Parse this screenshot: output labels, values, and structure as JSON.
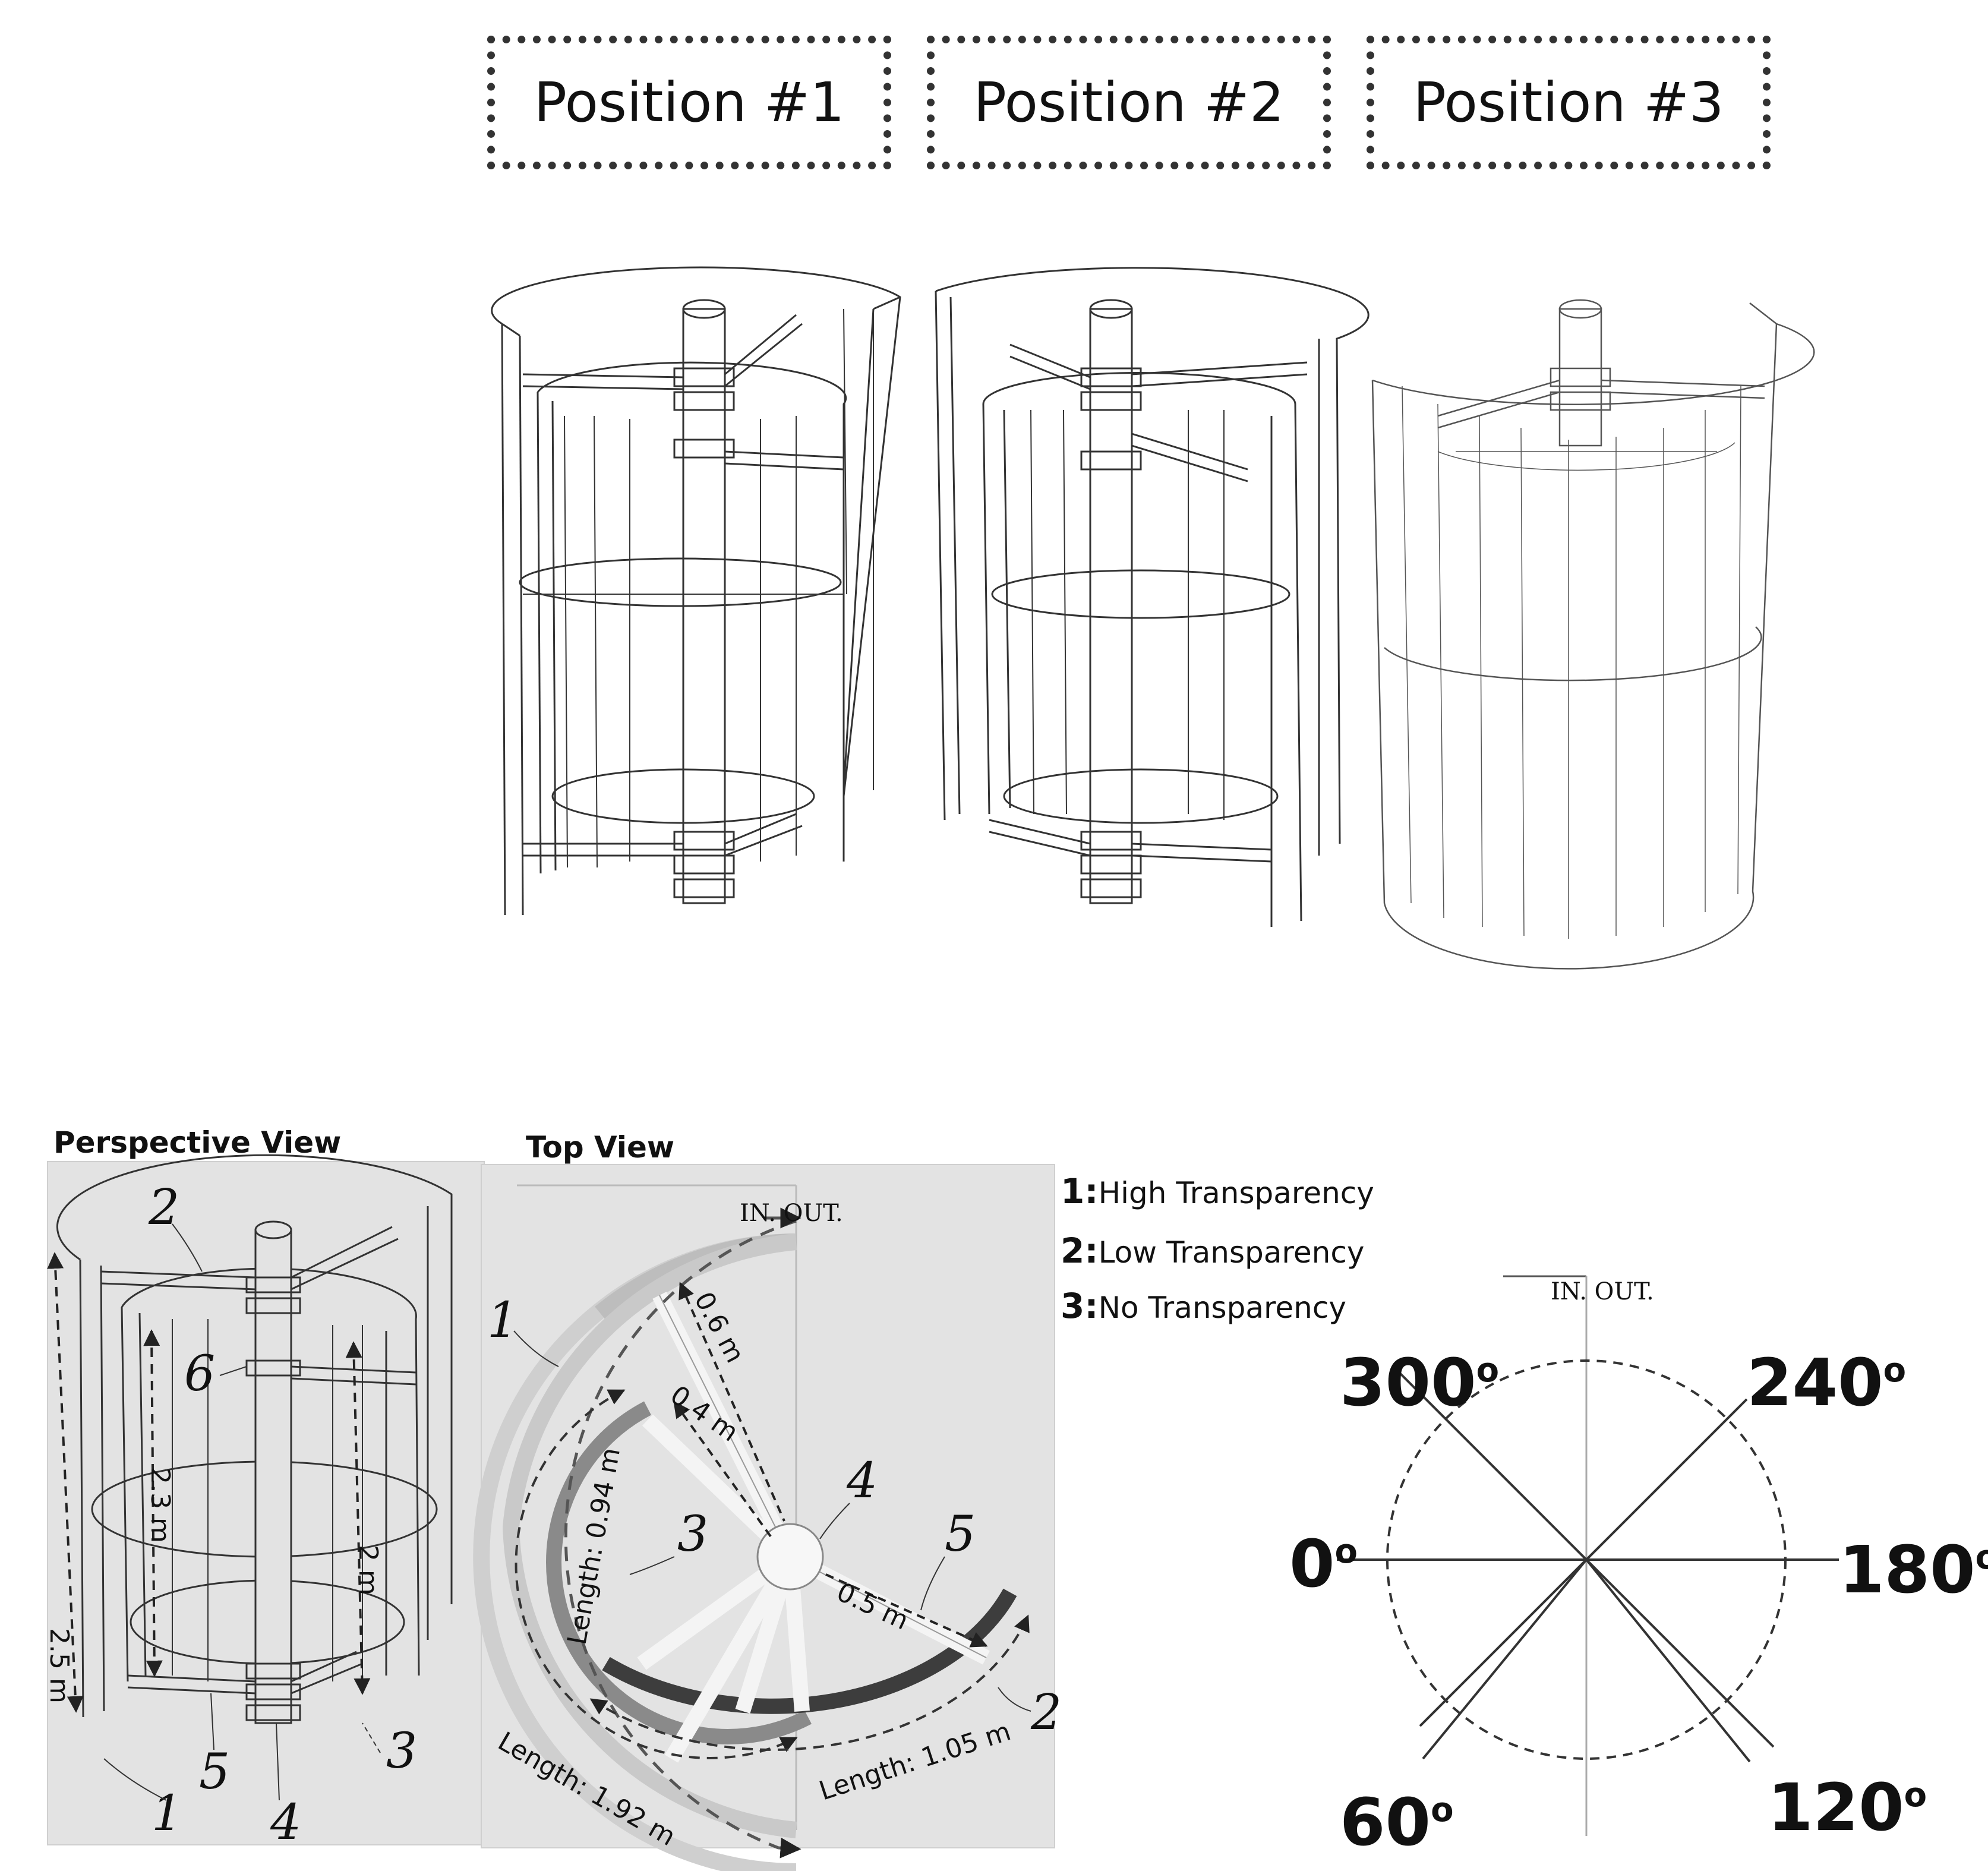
{
  "positions": [
    {
      "label": "Position #1"
    },
    {
      "label": "Position #2"
    },
    {
      "label": "Position #3"
    }
  ],
  "perspective": {
    "title": "Perspective View",
    "numbers": [
      "2",
      "6",
      "1",
      "5",
      "4",
      "3"
    ],
    "dims": {
      "outer": "2.5 m",
      "inner": "2.3 m",
      "blade": "2 m"
    }
  },
  "top": {
    "title": "Top View",
    "in_out": "IN. OUT.",
    "numbers": [
      "1",
      "4",
      "3",
      "5",
      "2"
    ],
    "dims": {
      "r1": "0.6 m",
      "r2": "0.4 m",
      "r3": "0.5 m",
      "len3": "Length: 0.94 m",
      "len1": "Length: 1.92 m",
      "len2": "Length: 1.05 m"
    }
  },
  "legend": [
    {
      "num": "1:",
      "text": "High Transparency"
    },
    {
      "num": "2:",
      "text": "Low Transparency"
    },
    {
      "num": "3:",
      "text": "No   Transparency"
    }
  ],
  "angles": {
    "in_out": "IN. OUT.",
    "labels": {
      "a300": "300",
      "a240": "240",
      "a0": "0",
      "a180": "180",
      "a60": "60",
      "a120": "120"
    },
    "unit": "o"
  },
  "colors": {
    "panel_bg": "#e3e3e3",
    "ink": "#222222",
    "high": "#cfcfcf",
    "low": "#3d3d3d",
    "none": "#8a8a8a"
  }
}
